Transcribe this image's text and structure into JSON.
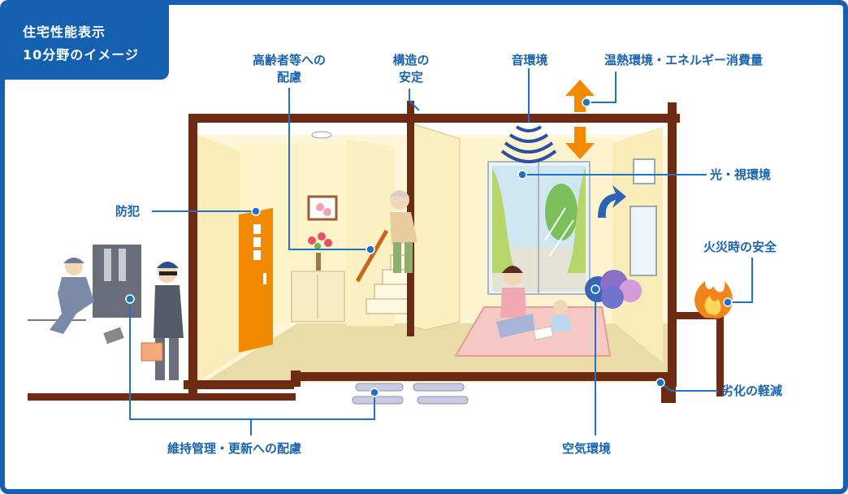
{
  "title": {
    "line1": "住宅性能表示",
    "line2": "10分野のイメージ"
  },
  "labels": {
    "elderly_1": "高齢者等への",
    "elderly_2": "配慮",
    "structure_1": "構造の",
    "structure_2": "安定",
    "sound": "音環境",
    "thermal": "温熱環境・エネルギー消費量",
    "light": "光・視環境",
    "crime": "防犯",
    "fire": "火災時の安全",
    "deterioration": "劣化の軽減",
    "maintenance": "維持管理・更新への配慮",
    "air": "空気環境"
  },
  "colors": {
    "frame": "#1560b0",
    "label": "#1a63ad",
    "wall": "#fbf3cc",
    "structure": "#6e2b14",
    "door": "#f28a00",
    "arrow_orange": "#f28a00",
    "arrow_blue": "#2a64b6"
  }
}
